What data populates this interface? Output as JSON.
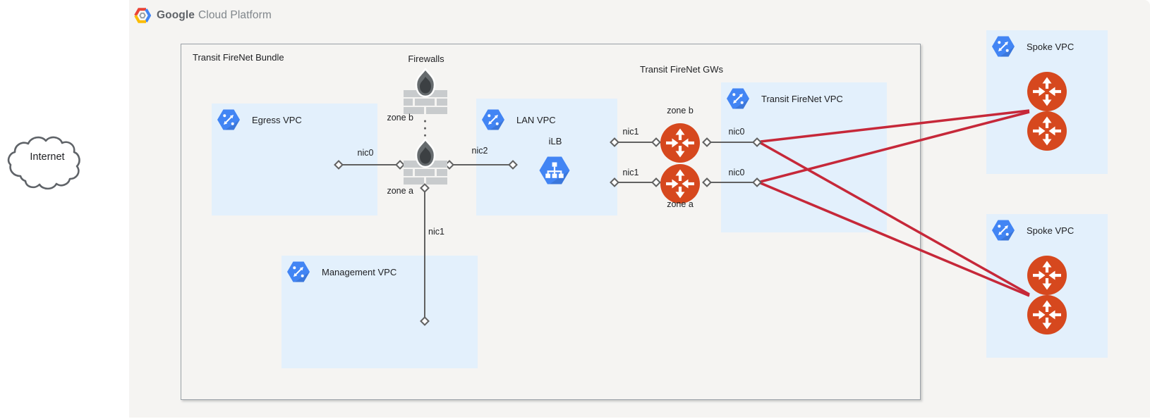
{
  "header": {
    "brand": {
      "google": "Google",
      "suffix": "Cloud Platform"
    }
  },
  "internet_cloud": {
    "label": "Internet"
  },
  "bundle": {
    "title": "Transit FireNet Bundle"
  },
  "firewalls": {
    "title": "Firewalls",
    "zone_top": "zone b",
    "zone_bottom": "zone a"
  },
  "gateways": {
    "title": "Transit FireNet GWs",
    "zone_top": "zone b",
    "zone_bottom": "zone a"
  },
  "vpc_boxes": {
    "egress": {
      "label": "Egress VPC"
    },
    "lan": {
      "label": "LAN VPC",
      "ilb_label": "iLB"
    },
    "management": {
      "label": "Management VPC"
    },
    "transit": {
      "label": "Transit FireNet VPC"
    }
  },
  "spoke_vpcs": [
    {
      "label": "Spoke VPC"
    },
    {
      "label": "Spoke VPC"
    }
  ],
  "nic_labels": {
    "egress_nic0": "nic0",
    "lan_nic2": "nic2",
    "management_nic1": "nic1",
    "gw_top_left_nic1": "nic1",
    "gw_bottom_left_nic1": "nic1",
    "gw_top_right_nic0": "nic0",
    "gw_bottom_right_nic0": "nic0"
  },
  "colors": {
    "panel_bg": "#f5f4f2",
    "vpc_box_bg": "#e3f0fc",
    "vpc_icon_blue": "#4285f4",
    "gateway_orange": "#d6481e",
    "connector_gray": "#616161",
    "spoke_link_red": "#c62839",
    "box_border": "#9aa0a6"
  }
}
